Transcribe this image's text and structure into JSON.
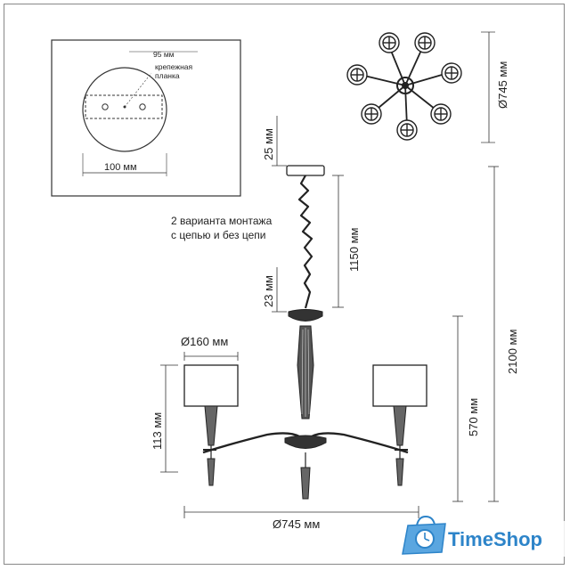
{
  "inset": {
    "plate_width": "95 мм",
    "plate_label_line1": "крепежная",
    "plate_label_line2": "планка",
    "base_diameter": "100 мм"
  },
  "top_view": {
    "diameter": "Ø745 мм"
  },
  "side_view": {
    "canopy_gap": "25 мм",
    "chain_length": "1150 мм",
    "total_height": "2100 мм",
    "note_line1": "2 варианта монтажа",
    "note_line2": "с цепью и без цепи",
    "cup_height": "23 мм",
    "shade_diameter": "Ø160 мм",
    "shade_height": "113 мм",
    "body_height": "570 мм",
    "width": "Ø745 мм"
  },
  "watermark": {
    "brand": "TimeShop",
    "colors": {
      "blue": "#2d84c9",
      "light_blue": "#5aa6e0"
    }
  }
}
